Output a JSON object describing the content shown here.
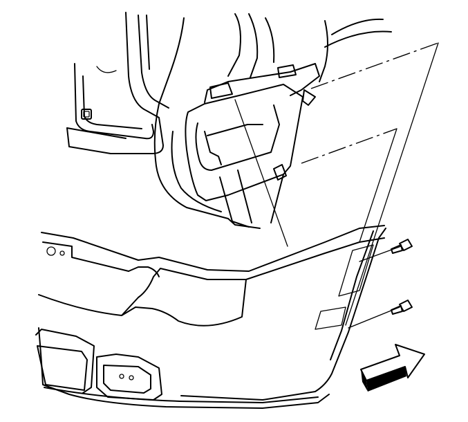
{
  "figure": {
    "caption": "",
    "palette": {
      "ink": "#000000",
      "paper": "#ffffff"
    },
    "parts": [
      {
        "id": "vehicle-body-quarter-panel",
        "kind": "outline"
      },
      {
        "id": "bumper-fascia-guide-bracket",
        "kind": "outline"
      },
      {
        "id": "rear-bumper-fascia",
        "kind": "outline"
      },
      {
        "id": "fascia-bolt-upper",
        "kind": "fastener"
      },
      {
        "id": "fascia-bolt-lower",
        "kind": "fastener"
      },
      {
        "id": "removal-direction-arrow",
        "kind": "icon"
      }
    ]
  }
}
